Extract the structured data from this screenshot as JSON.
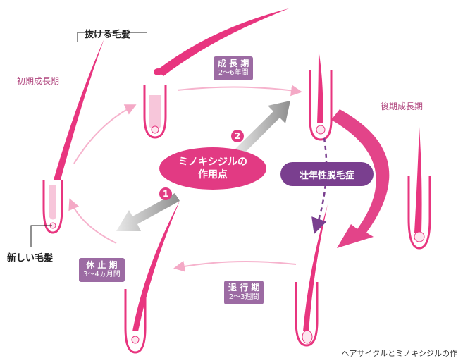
{
  "labels": {
    "falling_hair": "抜ける毛髪",
    "early_growth": "初期成長期",
    "late_growth": "後期成長期",
    "new_hair": "新しい毛髪"
  },
  "phases": {
    "anagen": {
      "title": "成 長 期",
      "duration": "2〜6年間"
    },
    "catagen": {
      "title": "退 行 期",
      "duration": "2〜3週間"
    },
    "telogen": {
      "title": "休 止 期",
      "duration": "3〜4ヵ月間"
    }
  },
  "minoxidil": {
    "line1": "ミノキシジルの",
    "line2": "作用点"
  },
  "aga": "壮年性脱毛症",
  "markers": [
    "1",
    "2"
  ],
  "caption": "ヘアサイクルとミノキシジルの作",
  "colors": {
    "hair": "#e8357f",
    "light_pink": "#f7c6da",
    "purple": "#7a3f8f",
    "minox": "#e23a83"
  }
}
